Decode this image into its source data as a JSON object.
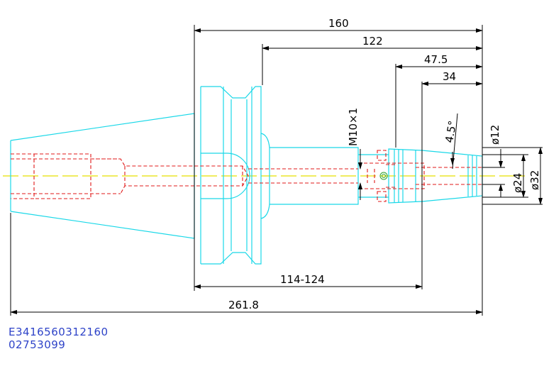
{
  "dimensions": {
    "overall_length": "261.8",
    "length_160": "160",
    "length_122": "122",
    "length_47_5": "47.5",
    "length_34": "34",
    "range_114_124": "114-124",
    "thread": "M10×1",
    "angle": "4.5°",
    "dia_12": "ø12",
    "dia_24": "ø24",
    "dia_32": "ø32"
  },
  "part_code": {
    "line1": "E3416560312160",
    "line2": "02753099"
  },
  "colors": {
    "outline": "#1ad8e8",
    "hidden": "#e01818",
    "centerline": "#e8e000",
    "dimension": "#000000",
    "code_text": "#2e43c8"
  }
}
